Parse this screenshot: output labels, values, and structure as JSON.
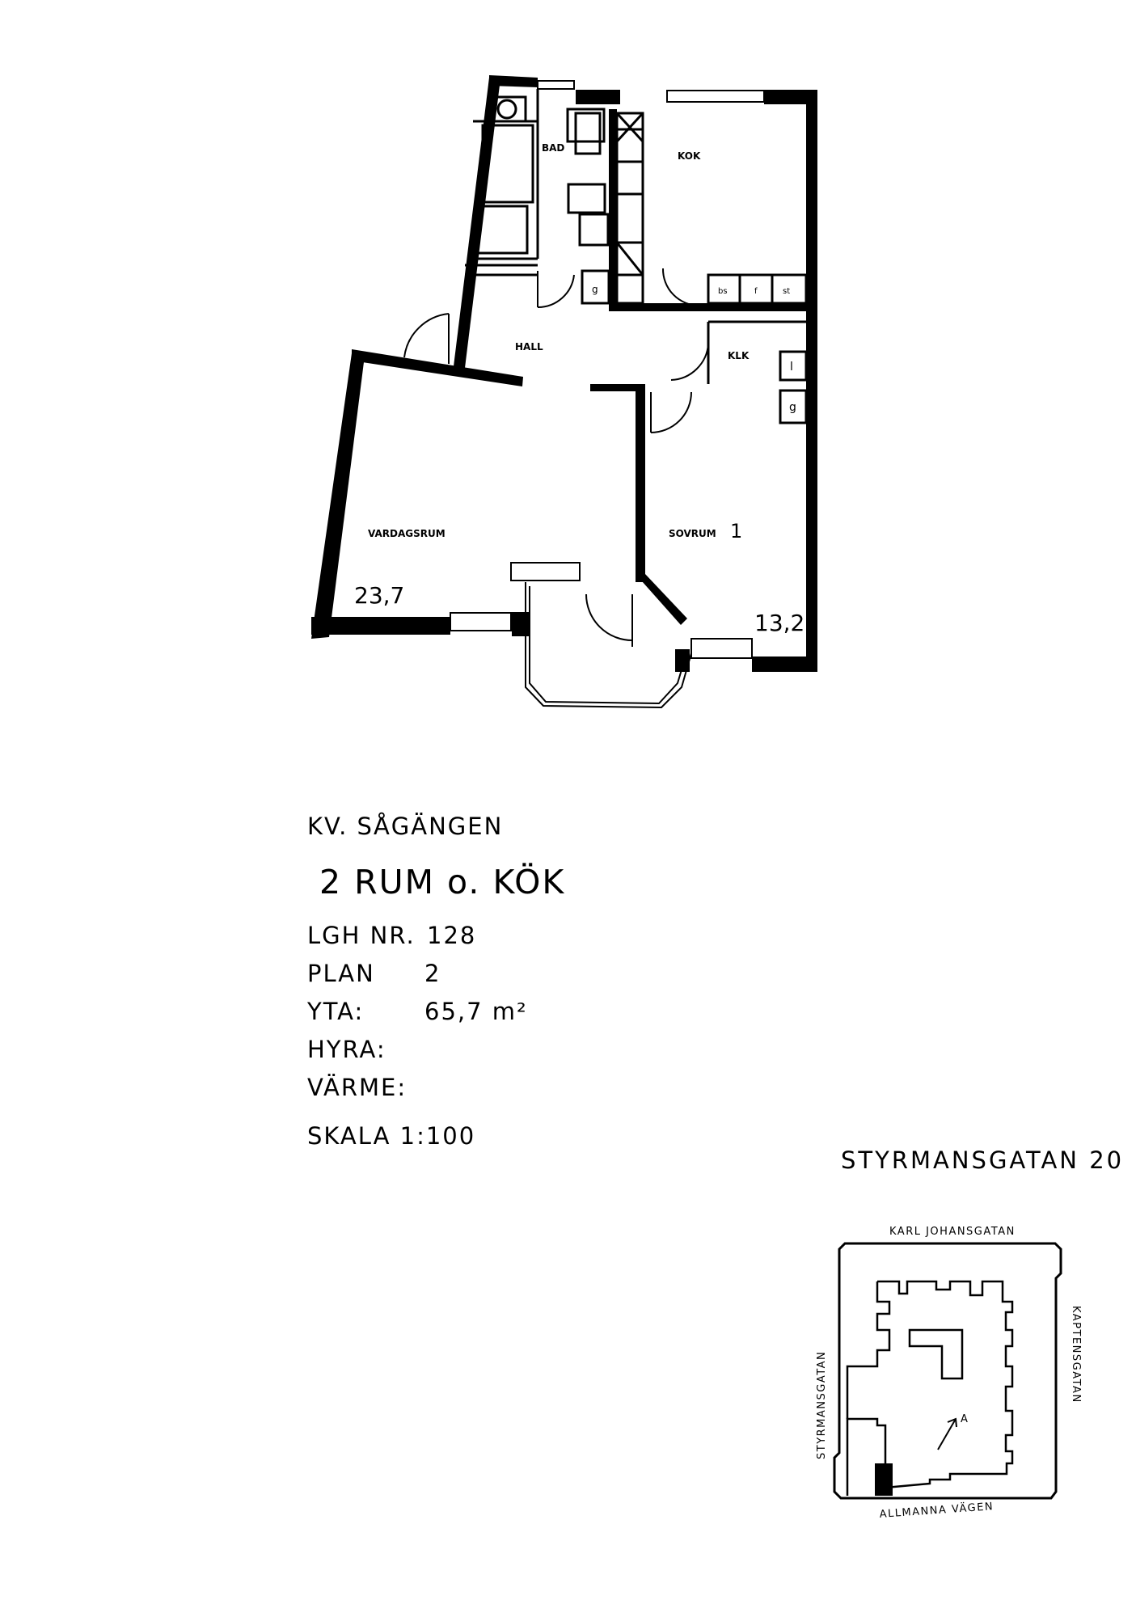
{
  "rooms": {
    "bad": "BAD",
    "kok": "KOK",
    "hall": "HALL",
    "klk": "KLK",
    "vardagsrum": "VARDAGSRUM",
    "sovrum": "SOVRUM",
    "sovrum_no": "1"
  },
  "areas": {
    "vardagsrum": "23,7",
    "sovrum": "13,2"
  },
  "fixtures": {
    "closet_l": "l",
    "closet_g": "g",
    "kitchen_codes": [
      "bs",
      "f",
      "st"
    ]
  },
  "info": {
    "kvarter": "KV. SÅGÄNGEN",
    "type": "2 RUM o. KÖK",
    "lgh_label": "LGH NR.",
    "lgh_value": "128",
    "plan_label": "PLAN",
    "plan_value": "2",
    "yta_label": "YTA:",
    "yta_value": "65,7 m²",
    "hyra_label": "HYRA:",
    "varme_label": "VÄRME:",
    "skala": "SKALA 1:100"
  },
  "address": "STYRMANSGATAN 20",
  "siteplan": {
    "north": "KARL JOHANSGATAN",
    "west": "STYRMANSGATAN",
    "east": "KAPTENSGATAN",
    "south": "ALLMANNA VÄGEN",
    "marker": "A"
  }
}
